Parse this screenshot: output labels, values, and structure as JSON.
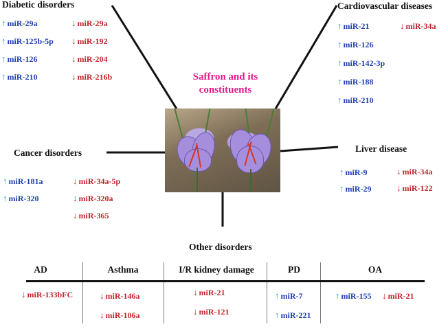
{
  "center_title": [
    "Saffron and its",
    "constituents"
  ],
  "diabetic": {
    "heading": "Diabetic disorders",
    "up": [
      "miR-29a",
      "miR-125b-5p",
      "miR-126",
      "miR-210"
    ],
    "down": [
      "miR-29a",
      "miR-192",
      "miR-204",
      "miR-216b"
    ]
  },
  "cardio": {
    "heading": "Cardiovascular diseases",
    "up": [
      "miR-21",
      "miR-126",
      "miR-142-3p",
      "miR-188",
      "miR-210"
    ],
    "down": [
      "miR-34a"
    ]
  },
  "cancer": {
    "heading": "Cancer disorders",
    "up": [
      "miR-181a",
      "miR-320"
    ],
    "down": [
      "miR-34a-5p",
      "miR-320a",
      "miR-365"
    ]
  },
  "liver": {
    "heading": "Liver disease",
    "up": [
      "miR-9",
      "miR-29"
    ],
    "down": [
      "miR-34a",
      "miR-122"
    ]
  },
  "other": {
    "heading": "Other disorders",
    "columns": [
      {
        "name": "AD",
        "up": [],
        "down": [
          "miR-133bFC"
        ]
      },
      {
        "name": "Asthma",
        "up": [],
        "down": [
          "miR-146a",
          "miR-106a"
        ]
      },
      {
        "name": "I/R kidney damage",
        "up": [],
        "down": [
          "miR-21",
          "miR-121"
        ]
      },
      {
        "name": "PD",
        "up": [
          "miR-7",
          "miR-221"
        ],
        "down": []
      },
      {
        "name": "OA",
        "up": [
          "miR-155"
        ],
        "down": [
          "miR-21"
        ]
      }
    ]
  },
  "arrows": {
    "up": "↑",
    "down": "↓"
  },
  "colors": {
    "title": "#e6198a",
    "up_text": "#1f3fb0",
    "down_text": "#c0262c",
    "up_arrow": "#2a9ad4",
    "down_arrow": "#d42222"
  }
}
